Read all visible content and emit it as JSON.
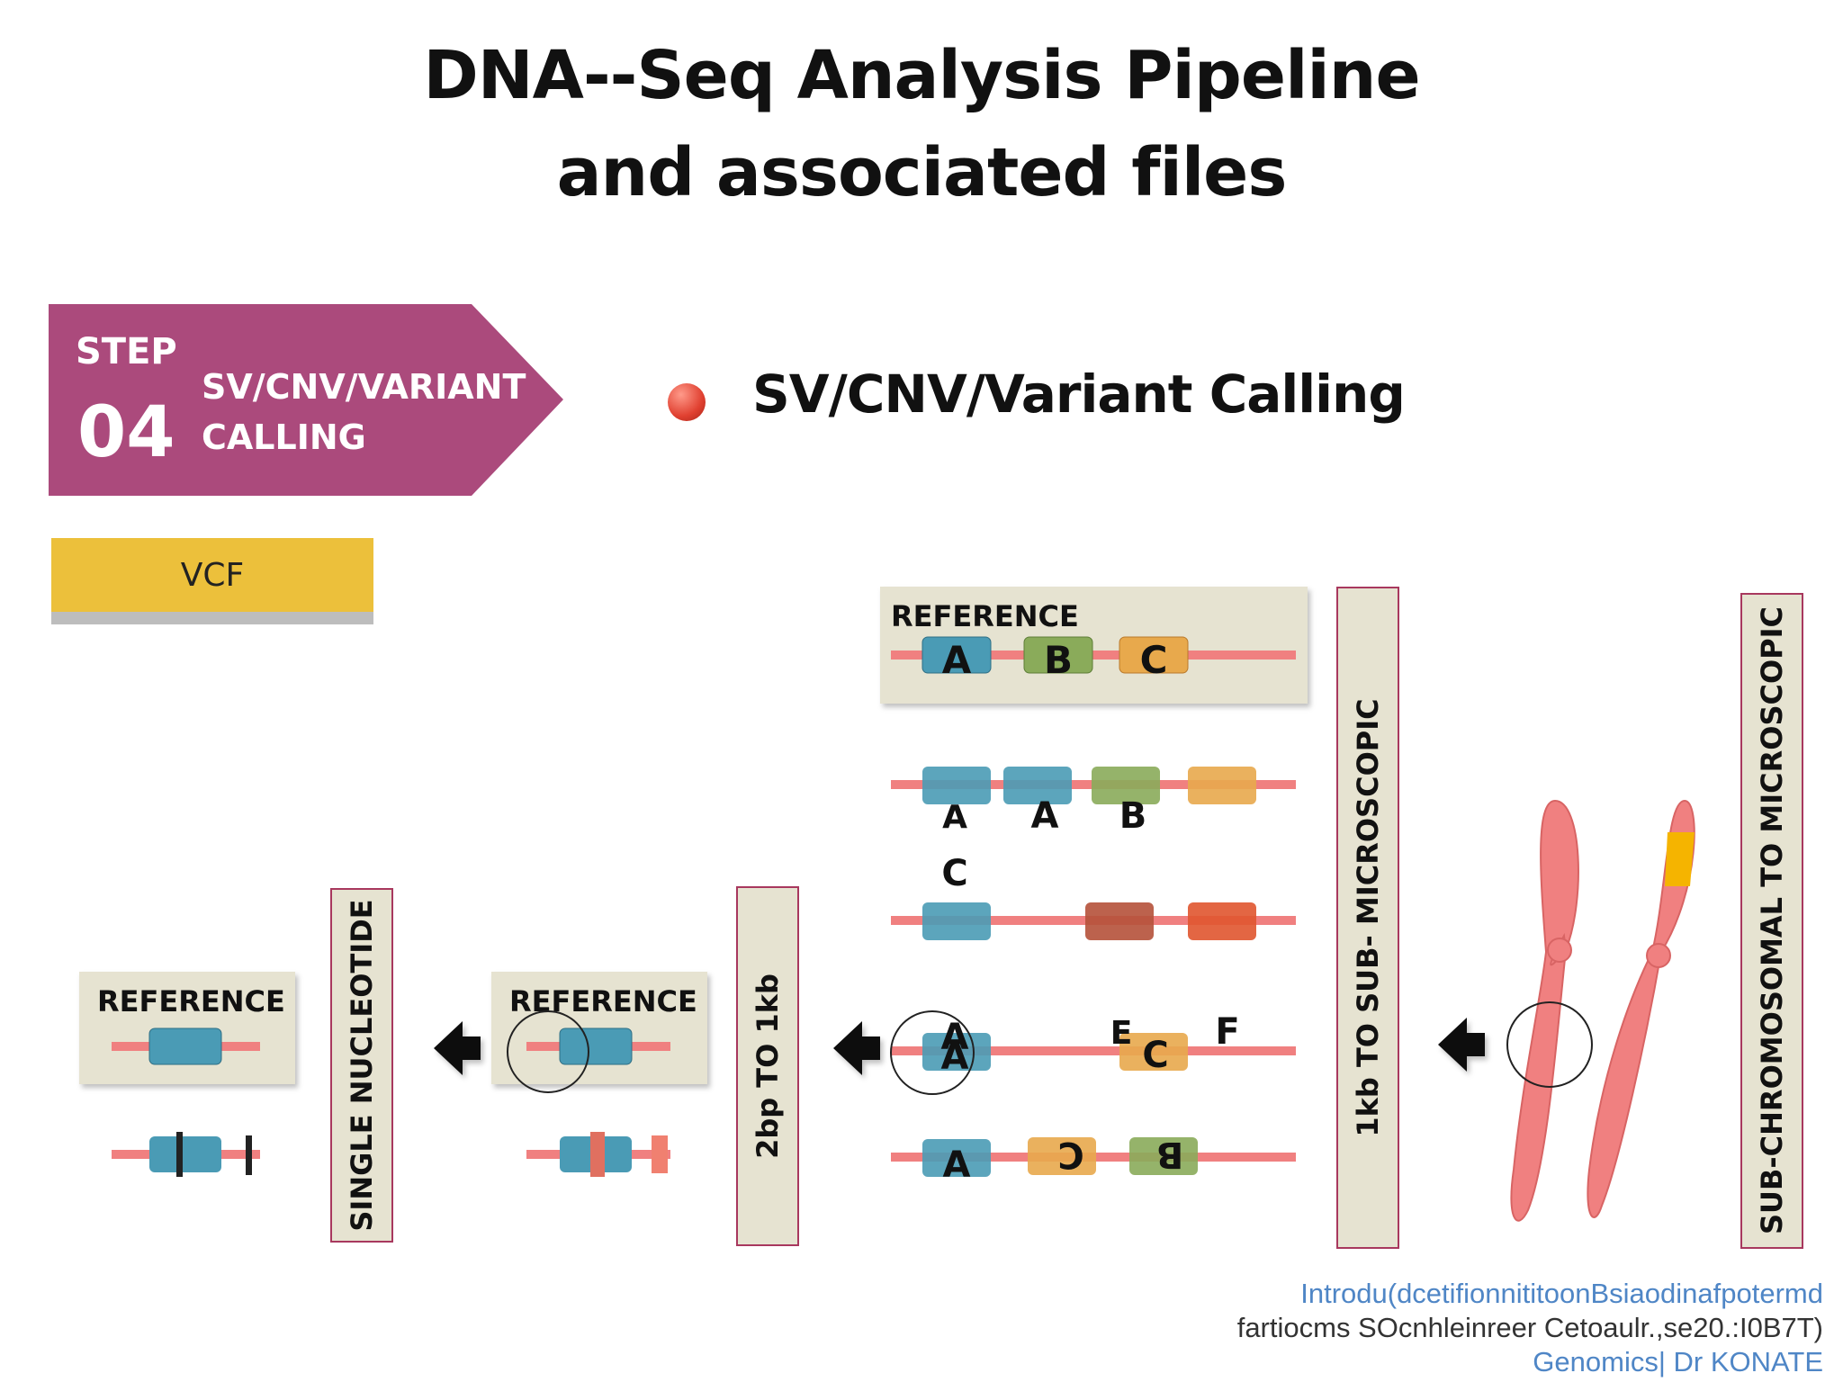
{
  "slide": {
    "title_line1": "DNA--Seq Analysis Pipeline",
    "title_line2": "and associated files"
  },
  "step": {
    "word": "STEP",
    "number": "04",
    "label_line1": "SV/CNV/VARIANT",
    "label_line2": "CALLING",
    "color": "#ab4a7c"
  },
  "file_badge": {
    "label": "VCF",
    "color": "#ecc03b"
  },
  "bullet_heading": "SV/CNV/Variant Calling",
  "diagram": {
    "reference_label": "REFERENCE",
    "reference_genes": [
      "A",
      "B",
      "C"
    ],
    "duplication_labels": [
      "A",
      "A",
      "B"
    ],
    "deletion_label": "C",
    "translocation_labels": [
      "A",
      "A",
      "E",
      "C",
      "F"
    ],
    "inversion_labels": [
      "A",
      "C",
      "B"
    ],
    "scale_labels": {
      "chromosomal": "SUB-CHROMOSOMAL TO MICROSCOPIC",
      "submicroscopic": "1kb TO SUB- MICROSCOPIC",
      "small": "2bp TO 1kb",
      "single": "SINGLE NUCLEOTIDE"
    },
    "colors": {
      "chromosome_line": "#f08080",
      "gene_a": "#4a9bb5",
      "gene_b": "#8aab5a",
      "gene_c": "#e8a94c",
      "panel_bg": "#e6e3d1",
      "label_border": "#a8385e"
    }
  },
  "footer": {
    "line1": "Introdu(dcetifionnititoonBsiaodinafpotermd",
    "line2": "fartiocms SOcnhleinreer Cetoaulr.,se20.:I0B7T)",
    "line3": "Genomics| Dr KONATE"
  }
}
